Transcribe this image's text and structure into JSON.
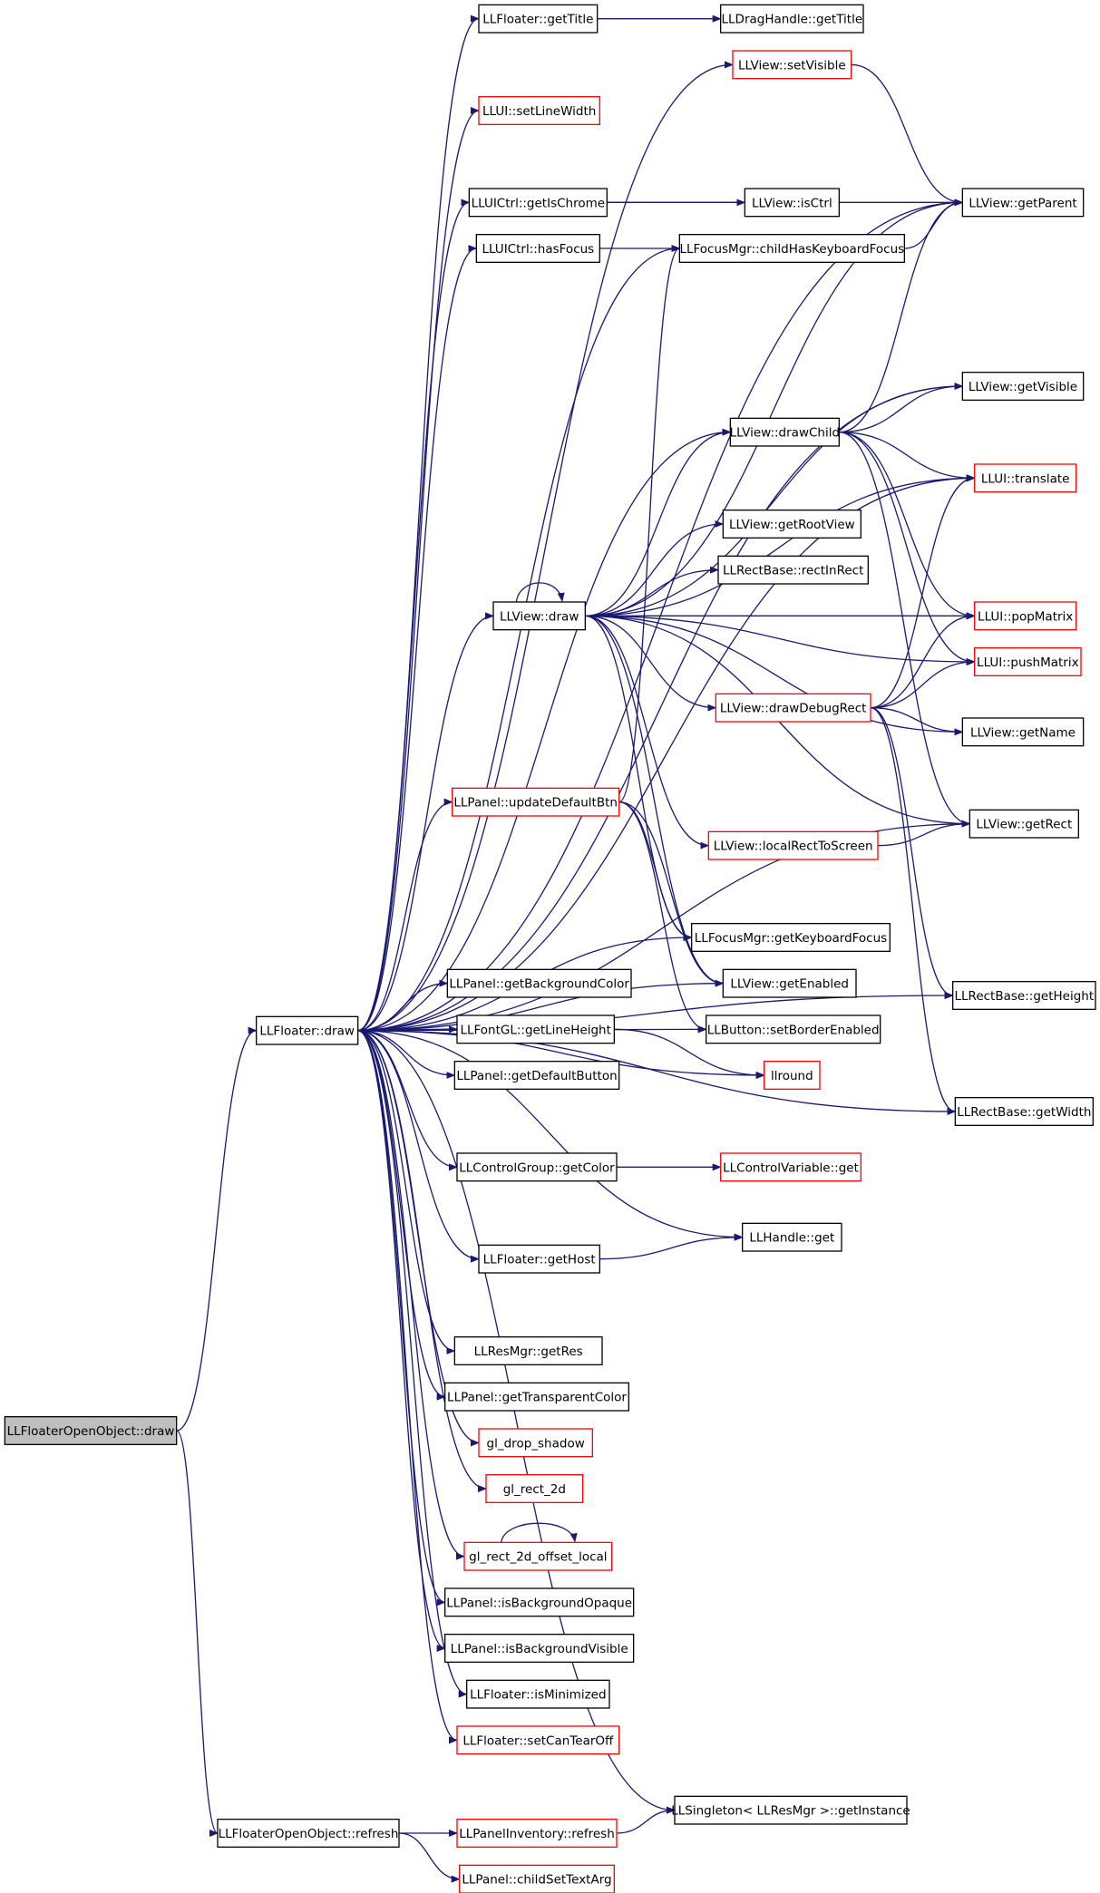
{
  "graph": {
    "root": "LLFloaterOpenObject::draw",
    "nodes": [
      {
        "id": "root",
        "label": "LLFloaterOpenObject::draw",
        "kind": "root"
      },
      {
        "id": "fdraw",
        "label": "LLFloater::draw",
        "kind": "documented"
      },
      {
        "id": "refresh",
        "label": "LLFloaterOpenObject::refresh",
        "kind": "documented"
      },
      {
        "id": "getTitle",
        "label": "LLFloater::getTitle",
        "kind": "documented"
      },
      {
        "id": "dragGetTitle",
        "label": "LLDragHandle::getTitle",
        "kind": "documented"
      },
      {
        "id": "setVisible",
        "label": "LLView::setVisible",
        "kind": "external"
      },
      {
        "id": "setLineWidth",
        "label": "LLUI::setLineWidth",
        "kind": "external"
      },
      {
        "id": "getIsChrome",
        "label": "LLUICtrl::getIsChrome",
        "kind": "documented"
      },
      {
        "id": "isCtrl",
        "label": "LLView::isCtrl",
        "kind": "documented"
      },
      {
        "id": "getParent",
        "label": "LLView::getParent",
        "kind": "documented"
      },
      {
        "id": "hasFocus",
        "label": "LLUICtrl::hasFocus",
        "kind": "documented"
      },
      {
        "id": "childHasKbd",
        "label": "LLFocusMgr::childHasKeyboardFocus",
        "kind": "documented"
      },
      {
        "id": "getVisible",
        "label": "LLView::getVisible",
        "kind": "documented"
      },
      {
        "id": "drawChild",
        "label": "LLView::drawChild",
        "kind": "documented"
      },
      {
        "id": "translate",
        "label": "LLUI::translate",
        "kind": "external"
      },
      {
        "id": "getRootView",
        "label": "LLView::getRootView",
        "kind": "documented"
      },
      {
        "id": "rectInRect",
        "label": "LLRectBase::rectInRect",
        "kind": "documented"
      },
      {
        "id": "vdraw",
        "label": "LLView::draw",
        "kind": "documented"
      },
      {
        "id": "popMatrix",
        "label": "LLUI::popMatrix",
        "kind": "external"
      },
      {
        "id": "pushMatrix",
        "label": "LLUI::pushMatrix",
        "kind": "external"
      },
      {
        "id": "drawDebugRect",
        "label": "LLView::drawDebugRect",
        "kind": "external"
      },
      {
        "id": "getName",
        "label": "LLView::getName",
        "kind": "documented"
      },
      {
        "id": "updateDefaultBtn",
        "label": "LLPanel::updateDefaultBtn",
        "kind": "external"
      },
      {
        "id": "getRect",
        "label": "LLView::getRect",
        "kind": "documented"
      },
      {
        "id": "localRectToScreen",
        "label": "LLView::localRectToScreen",
        "kind": "external"
      },
      {
        "id": "getKeyboardFocus",
        "label": "LLFocusMgr::getKeyboardFocus",
        "kind": "documented"
      },
      {
        "id": "getBgColor",
        "label": "LLPanel::getBackgroundColor",
        "kind": "documented"
      },
      {
        "id": "getEnabled",
        "label": "LLView::getEnabled",
        "kind": "documented"
      },
      {
        "id": "getHeight",
        "label": "LLRectBase::getHeight",
        "kind": "documented"
      },
      {
        "id": "getLineHeight",
        "label": "LLFontGL::getLineHeight",
        "kind": "documented"
      },
      {
        "id": "setBorderEnabled",
        "label": "LLButton::setBorderEnabled",
        "kind": "documented"
      },
      {
        "id": "getDefaultButton",
        "label": "LLPanel::getDefaultButton",
        "kind": "documented"
      },
      {
        "id": "llround",
        "label": "llround",
        "kind": "external"
      },
      {
        "id": "getWidth",
        "label": "LLRectBase::getWidth",
        "kind": "documented"
      },
      {
        "id": "cgGetColor",
        "label": "LLControlGroup::getColor",
        "kind": "documented"
      },
      {
        "id": "cvGet",
        "label": "LLControlVariable::get",
        "kind": "external"
      },
      {
        "id": "handleGet",
        "label": "LLHandle::get",
        "kind": "documented"
      },
      {
        "id": "getHost",
        "label": "LLFloater::getHost",
        "kind": "documented"
      },
      {
        "id": "getRes",
        "label": "LLResMgr::getRes",
        "kind": "documented"
      },
      {
        "id": "getTransparentColor",
        "label": "LLPanel::getTransparentColor",
        "kind": "documented"
      },
      {
        "id": "glDropShadow",
        "label": "gl_drop_shadow",
        "kind": "external"
      },
      {
        "id": "glRect2d",
        "label": "gl_rect_2d",
        "kind": "external"
      },
      {
        "id": "glRect2dOffset",
        "label": "gl_rect_2d_offset_local",
        "kind": "external"
      },
      {
        "id": "isBgOpaque",
        "label": "LLPanel::isBackgroundOpaque",
        "kind": "documented"
      },
      {
        "id": "isBgVisible",
        "label": "LLPanel::isBackgroundVisible",
        "kind": "documented"
      },
      {
        "id": "isMinimized",
        "label": "LLFloater::isMinimized",
        "kind": "documented"
      },
      {
        "id": "setCanTearOff",
        "label": "LLFloater::setCanTearOff",
        "kind": "external"
      },
      {
        "id": "singleton",
        "label": "LLSingleton< LLResMgr >::getInstance",
        "kind": "documented"
      },
      {
        "id": "panelInvRefresh",
        "label": "LLPanelInventory::refresh",
        "kind": "external"
      },
      {
        "id": "childSetTextArg",
        "label": "LLPanel::childSetTextArg",
        "kind": "external"
      }
    ],
    "edges": [
      [
        "root",
        "fdraw"
      ],
      [
        "root",
        "refresh"
      ],
      [
        "fdraw",
        "getTitle"
      ],
      [
        "fdraw",
        "setVisible"
      ],
      [
        "fdraw",
        "setLineWidth"
      ],
      [
        "fdraw",
        "getParent"
      ],
      [
        "fdraw",
        "getIsChrome"
      ],
      [
        "fdraw",
        "hasFocus"
      ],
      [
        "fdraw",
        "childHasKbd"
      ],
      [
        "fdraw",
        "getVisible"
      ],
      [
        "fdraw",
        "drawChild"
      ],
      [
        "fdraw",
        "translate"
      ],
      [
        "fdraw",
        "vdraw"
      ],
      [
        "fdraw",
        "updateDefaultBtn"
      ],
      [
        "fdraw",
        "getRect"
      ],
      [
        "fdraw",
        "getKeyboardFocus"
      ],
      [
        "fdraw",
        "getEnabled"
      ],
      [
        "fdraw",
        "getBgColor"
      ],
      [
        "fdraw",
        "getLineHeight"
      ],
      [
        "fdraw",
        "setBorderEnabled"
      ],
      [
        "fdraw",
        "llround"
      ],
      [
        "fdraw",
        "getDefaultButton"
      ],
      [
        "fdraw",
        "getHeight"
      ],
      [
        "fdraw",
        "cgGetColor"
      ],
      [
        "fdraw",
        "handleGet"
      ],
      [
        "fdraw",
        "getHost"
      ],
      [
        "fdraw",
        "getWidth"
      ],
      [
        "fdraw",
        "getRes"
      ],
      [
        "fdraw",
        "getTransparentColor"
      ],
      [
        "fdraw",
        "glDropShadow"
      ],
      [
        "fdraw",
        "glRect2d"
      ],
      [
        "fdraw",
        "glRect2dOffset"
      ],
      [
        "fdraw",
        "isBgOpaque"
      ],
      [
        "fdraw",
        "isBgVisible"
      ],
      [
        "fdraw",
        "isMinimized"
      ],
      [
        "fdraw",
        "setCanTearOff"
      ],
      [
        "fdraw",
        "singleton"
      ],
      [
        "getTitle",
        "dragGetTitle"
      ],
      [
        "setVisible",
        "getParent"
      ],
      [
        "getIsChrome",
        "isCtrl"
      ],
      [
        "getIsChrome",
        "getParent"
      ],
      [
        "hasFocus",
        "childHasKbd"
      ],
      [
        "childHasKbd",
        "getParent"
      ],
      [
        "drawChild",
        "getVisible"
      ],
      [
        "drawChild",
        "translate"
      ],
      [
        "drawChild",
        "popMatrix"
      ],
      [
        "drawChild",
        "pushMatrix"
      ],
      [
        "drawChild",
        "getRect"
      ],
      [
        "drawChild",
        "getParent"
      ],
      [
        "vdraw",
        "vdraw"
      ],
      [
        "vdraw",
        "getVisible"
      ],
      [
        "vdraw",
        "drawChild"
      ],
      [
        "vdraw",
        "getRootView"
      ],
      [
        "vdraw",
        "rectInRect"
      ],
      [
        "vdraw",
        "translate"
      ],
      [
        "vdraw",
        "popMatrix"
      ],
      [
        "vdraw",
        "pushMatrix"
      ],
      [
        "vdraw",
        "drawDebugRect"
      ],
      [
        "vdraw",
        "getName"
      ],
      [
        "vdraw",
        "getRect"
      ],
      [
        "vdraw",
        "localRectToScreen"
      ],
      [
        "vdraw",
        "getKeyboardFocus"
      ],
      [
        "vdraw",
        "getEnabled"
      ],
      [
        "vdraw",
        "getParent"
      ],
      [
        "drawDebugRect",
        "translate"
      ],
      [
        "drawDebugRect",
        "popMatrix"
      ],
      [
        "drawDebugRect",
        "pushMatrix"
      ],
      [
        "drawDebugRect",
        "getName"
      ],
      [
        "drawDebugRect",
        "getHeight"
      ],
      [
        "drawDebugRect",
        "getWidth"
      ],
      [
        "updateDefaultBtn",
        "childHasKbd"
      ],
      [
        "updateDefaultBtn",
        "getKeyboardFocus"
      ],
      [
        "updateDefaultBtn",
        "getEnabled"
      ],
      [
        "updateDefaultBtn",
        "setBorderEnabled"
      ],
      [
        "localRectToScreen",
        "getRect"
      ],
      [
        "getLineHeight",
        "llround"
      ],
      [
        "cgGetColor",
        "cvGet"
      ],
      [
        "getHost",
        "handleGet"
      ],
      [
        "glRect2dOffset",
        "glRect2dOffset"
      ],
      [
        "refresh",
        "panelInvRefresh"
      ],
      [
        "refresh",
        "childSetTextArg"
      ],
      [
        "panelInvRefresh",
        "singleton"
      ]
    ]
  }
}
